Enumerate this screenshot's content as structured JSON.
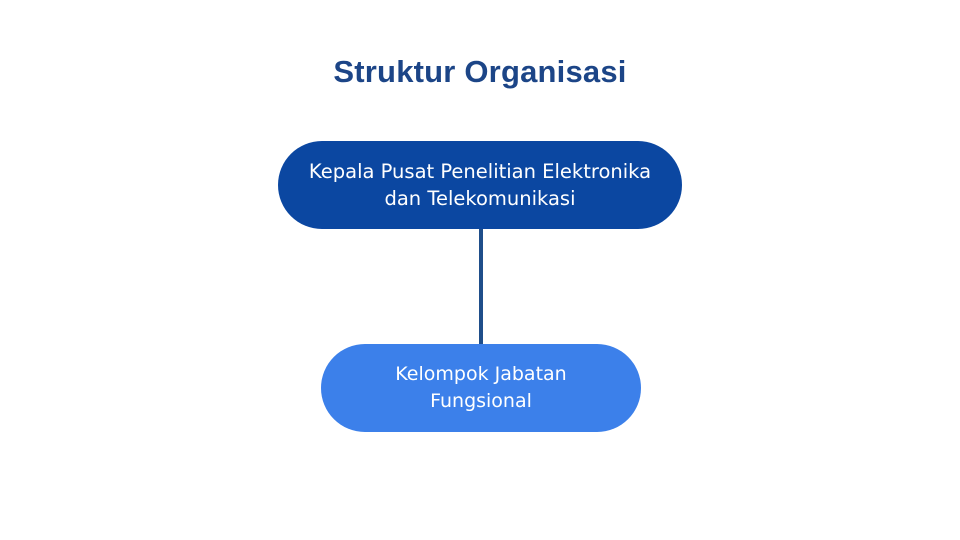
{
  "title": "Struktur Organisasi",
  "nodes": {
    "head": {
      "line1": "Kepala Pusat Penelitian Elektronika",
      "line2": "dan Telekomunikasi",
      "color": "#0b47a1"
    },
    "functional_group": {
      "line1": "Kelompok Jabatan",
      "line2": "Fungsional",
      "color": "#3c80ea"
    }
  },
  "connector": {
    "from": "head",
    "to": "functional_group",
    "color": "#1f4e8a"
  },
  "colors": {
    "title": "#1c4587",
    "background": "#ffffff"
  }
}
